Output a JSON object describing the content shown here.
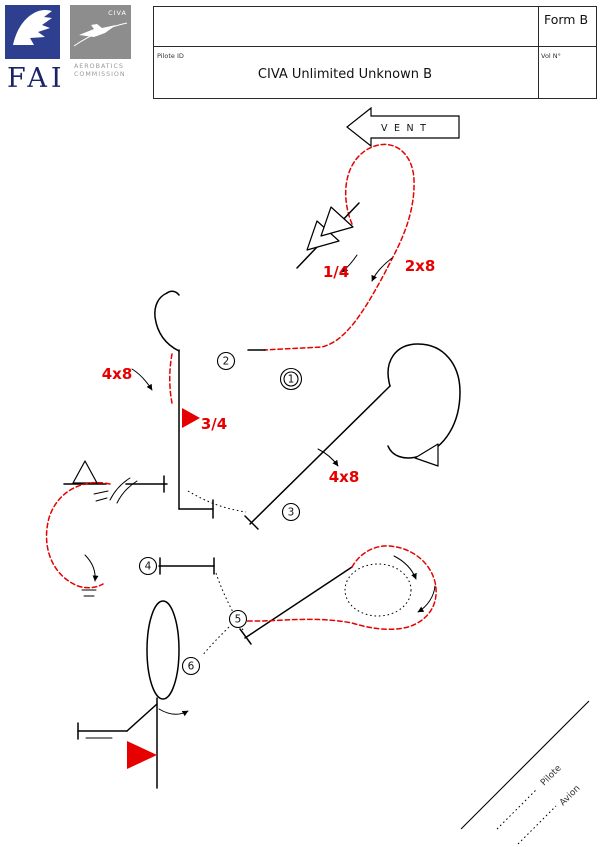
{
  "header": {
    "form_label": "Form B",
    "pilote_id_label": "Pilote ID",
    "sequence_title": "CIVA Unlimited Unknown B",
    "vol_label": "Vol N°"
  },
  "logos": {
    "fai_acronym": "FAI",
    "civa_label": "CIVA",
    "commission_line1": "AEROBATICS",
    "commission_line2": "COMMISSION"
  },
  "wind": {
    "label": "VENT"
  },
  "figures": {
    "numbers": [
      "1",
      "2",
      "3",
      "4",
      "5",
      "6"
    ],
    "annotations": {
      "fig1_quarter_roll": "1/4",
      "fig1_eighths": "2x8",
      "fig2_eighths": "4x8",
      "fig2_three_quarter": "3/4",
      "fig3_eighths": "4x8"
    }
  },
  "signature": {
    "pilote_label": "Pilote",
    "avion_label": "Avion"
  },
  "colors": {
    "negative_line_red": "#e60000",
    "flag_red": "#e60000",
    "fai_blue": "#2e3f90",
    "civa_gray": "#8d8d8d"
  }
}
